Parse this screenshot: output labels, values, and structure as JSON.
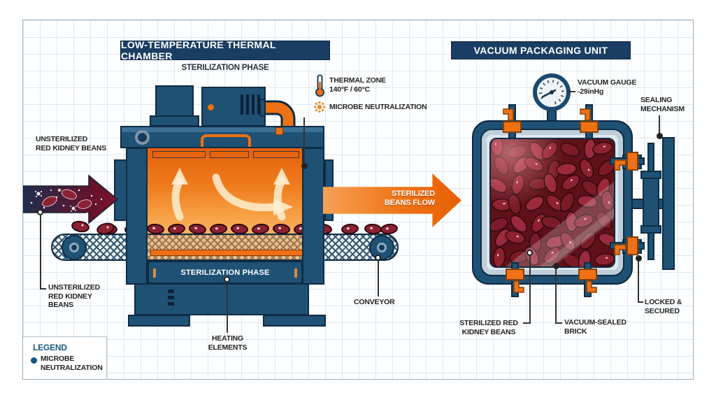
{
  "colors": {
    "navy": "#1f5174",
    "navy_dark": "#0f2c44",
    "title_bar": "#1a3e63",
    "orange": "#ee7115",
    "bean_red": "#8c2031",
    "legend_blue": "#17567f",
    "grid_line": "#dfe8ef"
  },
  "header": {
    "thermal_title": "LOW-TEMPERATURE THERMAL CHAMBER",
    "thermal_subtitle": "STERILIZATION PHASE",
    "vacuum_title": "VACUUM PACKAGING UNIT"
  },
  "thermal_chamber": {
    "feed_label": "UNSTERILIZED\nRED KIDNEY BEANS",
    "feed_callout": "UNSTERILIZED\nRED KIDNEY\nBEANS",
    "thermal_zone_icon": "thermometer-icon",
    "thermal_zone_title": "THERMAL ZONE",
    "thermal_zone_value": "140°F / 60°C",
    "microbe_icon": "microbe-icon",
    "microbe_label": "MICROBE NEUTRALIZATION",
    "panel_label": "STERILIZATION PHASE",
    "heating_label": "HEATING\nELEMENTS",
    "conveyor_label": "CONVEYOR",
    "flow_label": "STERILIZED\nBEANS FLOW"
  },
  "vacuum_unit": {
    "gauge_icon": "gauge-icon",
    "gauge_label": "VACUUM GAUGE\n-29inHg",
    "sealing_label": "SEALING\nMECHANISM",
    "beans_label": "STERILIZED RED\nKIDNEY BEANS",
    "brick_label": "VACUUM-SEALED\nBRICK",
    "locked_label": "LOCKED &\nSECURED"
  },
  "legend": {
    "title": "LEGEND",
    "items": [
      {
        "label": "MICROBE\nNEUTRALIZATION",
        "marker_color": "#17567f"
      }
    ]
  }
}
